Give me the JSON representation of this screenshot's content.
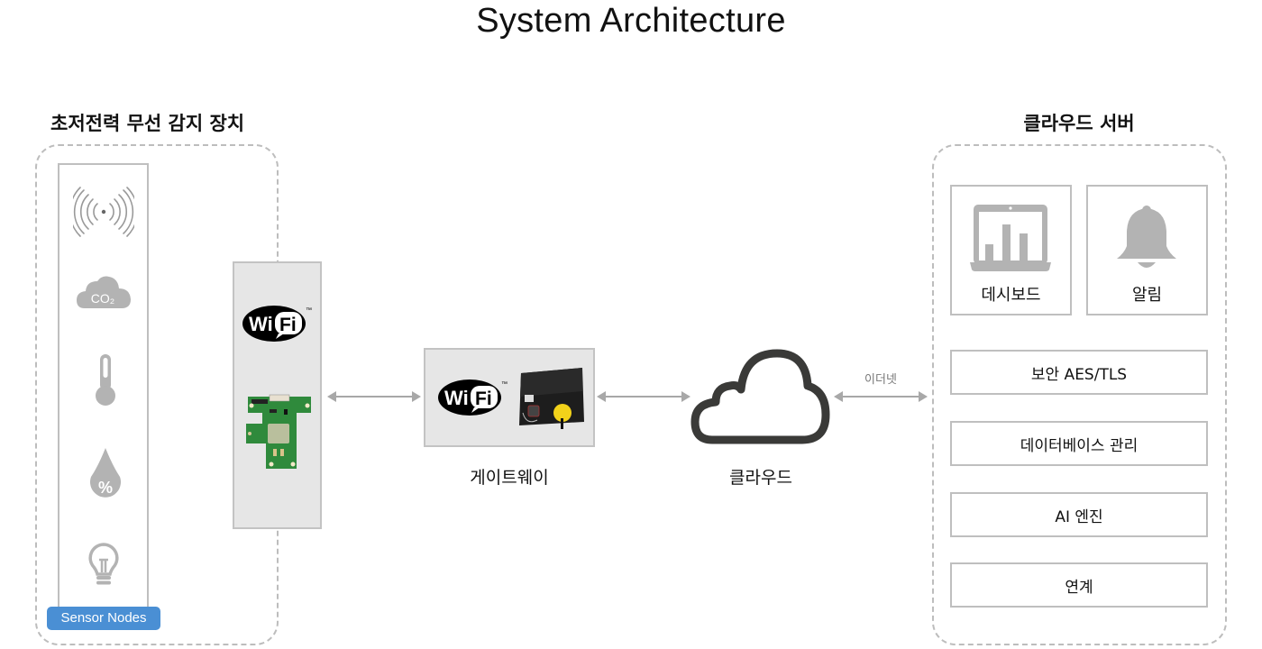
{
  "title": "System Architecture",
  "sensor_group": {
    "title": "초저전력 무선 감지 장치",
    "badge": "Sensor Nodes",
    "sensors": [
      {
        "icon": "wireless-signal-icon"
      },
      {
        "icon": "co2-cloud-icon",
        "text": "CO₂"
      },
      {
        "icon": "thermometer-icon"
      },
      {
        "icon": "humidity-drop-icon",
        "text": "%"
      },
      {
        "icon": "light-bulb-icon"
      }
    ],
    "module": {
      "logo": "Wi Fi",
      "trademark": "™",
      "board": "pcb-module-image"
    }
  },
  "gateway": {
    "label": "게이트웨이",
    "logo": "Wi Fi",
    "trademark": "™",
    "device": "gateway-box-image"
  },
  "cloud": {
    "label": "클라우드",
    "link_label": "이더넷"
  },
  "server_group": {
    "title": "클라우드 서버",
    "tiles": [
      {
        "icon": "dashboard-laptop-icon",
        "label": "데시보드"
      },
      {
        "icon": "bell-icon",
        "label": "알림"
      }
    ],
    "rows": [
      {
        "label": "보안 AES/TLS"
      },
      {
        "label": "데이터베이스 관리"
      },
      {
        "label": "AI 엔진"
      },
      {
        "label": "연계"
      }
    ]
  },
  "colors": {
    "badge": "#4a8fd4",
    "icon_grey": "#b3b3b3",
    "arrow_grey": "#a8a8a8",
    "dashed_border": "#bdbdbd",
    "cloud_stroke": "#3a3a38",
    "pcb_green": "#2f8a3c",
    "gateway_yellow": "#f2d21a"
  }
}
